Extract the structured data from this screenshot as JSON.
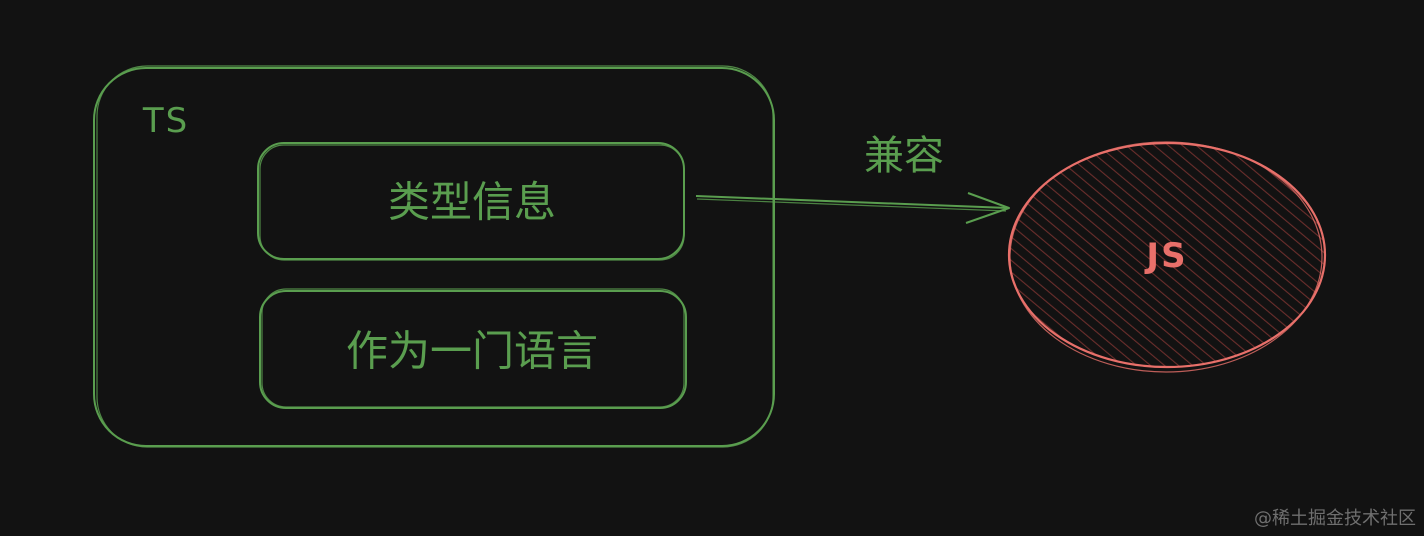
{
  "colors": {
    "background": "#121212",
    "ts_green": "#5a9e4f",
    "js_red": "#e8706a",
    "js_fill_hatch": "#6b2e2c",
    "watermark": "#6f6f6f"
  },
  "ts_container": {
    "title": "TS",
    "boxes": [
      {
        "label": "类型信息"
      },
      {
        "label": "作为一门语言"
      }
    ]
  },
  "arrow": {
    "label": "兼容"
  },
  "js_node": {
    "title": "JS"
  },
  "watermark": {
    "text": "@稀土掘金技术社区"
  }
}
